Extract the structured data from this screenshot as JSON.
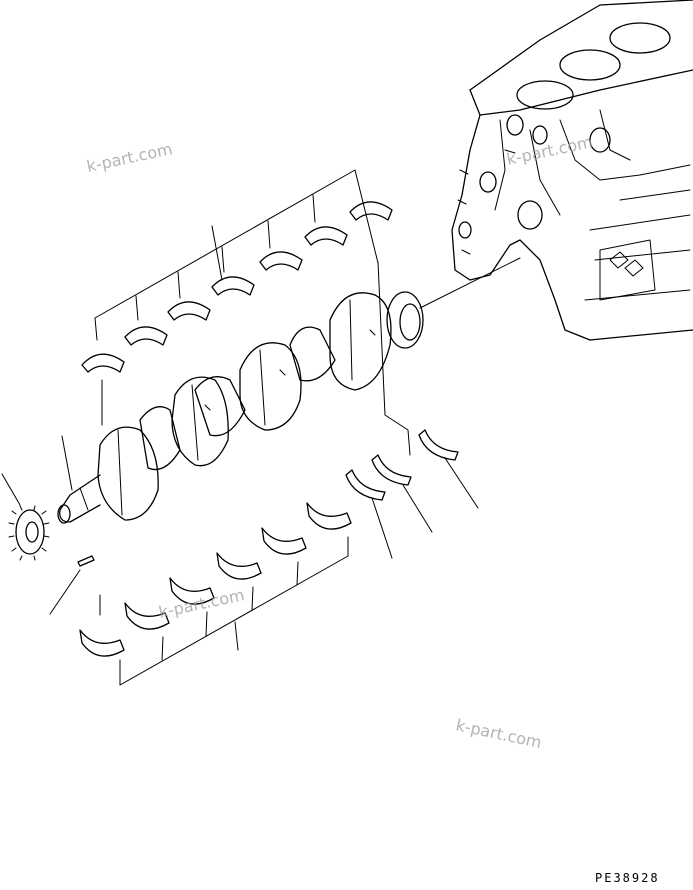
{
  "watermarks": [
    "k-part.com",
    "k-part.com",
    "k-part.com",
    "k-part.com"
  ],
  "drawing_code": "PE38928"
}
